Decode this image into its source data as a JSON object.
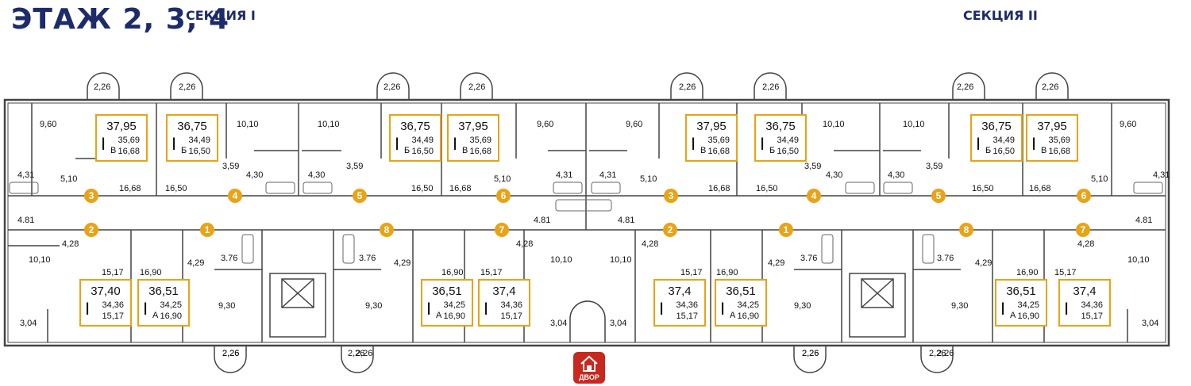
{
  "header": {
    "floor_title": "ЭТАЖ 2, 3, 4",
    "section_1": "СЕКЦИЯ I",
    "section_2": "СЕКЦИЯ II"
  },
  "colors": {
    "accent": "#e8a317",
    "title": "#1d2b6b",
    "yard": "#c8281d"
  },
  "apartments": [
    {
      "total": "37,95",
      "type": "I",
      "sub": "В",
      "living": "35,69",
      "area": "16,68"
    },
    {
      "total": "36,75",
      "type": "I",
      "sub": "Б",
      "living": "34,49",
      "area": "16,50"
    },
    {
      "total": "36,75",
      "type": "I",
      "sub": "Б",
      "living": "34,49",
      "area": "16,50"
    },
    {
      "total": "37,95",
      "type": "I",
      "sub": "В",
      "living": "35,69",
      "area": "16,68"
    },
    {
      "total": "37,95",
      "type": "I",
      "sub": "В",
      "living": "35,69",
      "area": "16,68"
    },
    {
      "total": "36,75",
      "type": "I",
      "sub": "Б",
      "living": "34,49",
      "area": "16,50"
    },
    {
      "total": "36,75",
      "type": "I",
      "sub": "Б",
      "living": "34,49",
      "area": "16,50"
    },
    {
      "total": "37,95",
      "type": "I",
      "sub": "В",
      "living": "35,69",
      "area": "16,68"
    },
    {
      "total": "37,40",
      "type": "I",
      "sub": "",
      "living": "34,36",
      "area": "15,17"
    },
    {
      "total": "36,51",
      "type": "I",
      "sub": "А",
      "living": "34,25",
      "area": "16,90"
    },
    {
      "total": "36,51",
      "type": "I",
      "sub": "А",
      "living": "34,25",
      "area": "16,90"
    },
    {
      "total": "37,4",
      "type": "I",
      "sub": "",
      "living": "34,36",
      "area": "15,17"
    },
    {
      "total": "37,4",
      "type": "I",
      "sub": "",
      "living": "34,36",
      "area": "15,17"
    },
    {
      "total": "36,51",
      "type": "I",
      "sub": "А",
      "living": "34,25",
      "area": "16,90"
    },
    {
      "total": "36,51",
      "type": "I",
      "sub": "А",
      "living": "34,25",
      "area": "16,90"
    },
    {
      "total": "37,4",
      "type": "I",
      "sub": "",
      "living": "34,36",
      "area": "15,17"
    }
  ],
  "badges": [
    "3",
    "4",
    "5",
    "6",
    "3",
    "4",
    "5",
    "6",
    "2",
    "1",
    "8",
    "7",
    "2",
    "1",
    "8",
    "7"
  ],
  "labels": {
    "balcony": [
      "2,26",
      "2,26",
      "2,26",
      "2,26",
      "2,26",
      "2,26",
      "2,26",
      "2,26",
      "2,26",
      "2,26",
      "2,26",
      "2,26"
    ],
    "top_rooms": [
      "9,60",
      "10,10",
      "10,10",
      "9,60",
      "9,60",
      "10,10",
      "10,10",
      "9,60"
    ],
    "top_small": [
      "4,31",
      "5,10",
      "3,59",
      "4,30",
      "4,30",
      "3,59",
      "5,10",
      "4,31",
      "4,31",
      "5,10",
      "3,59",
      "4,30",
      "4,30",
      "3,59",
      "5,10",
      "4,31"
    ],
    "top_lower": [
      "16,68",
      "16,50",
      "16,50",
      "16,68",
      "16,68",
      "16,50",
      "16,50",
      "16,68"
    ],
    "corridor": [
      "4.81",
      "4.81",
      "4.81",
      "4.81"
    ],
    "bottom_rooms": [
      "10,10",
      "10,10",
      "10,10",
      "10,10"
    ],
    "bottom_small": [
      "4,28",
      "4,29",
      "3.76",
      "3.76",
      "4,29",
      "4,28",
      "4,28",
      "4,29",
      "3.76",
      "3.76",
      "4,29",
      "4,28"
    ],
    "bottom_upper": [
      "15,17",
      "16,90",
      "16,90",
      "15,17",
      "15,17",
      "16,90",
      "16,90",
      "15,17"
    ],
    "bottom_lower": [
      "9,30",
      "9,30",
      "9,30",
      "9,30"
    ],
    "corners": [
      "3,04",
      "3,04",
      "3,04",
      "3,04"
    ],
    "bottom_balcony": [
      "2,26",
      "2,26",
      "2,26",
      "2,26"
    ]
  },
  "yard": {
    "label": "ДВОР",
    "icon": "house-icon"
  }
}
